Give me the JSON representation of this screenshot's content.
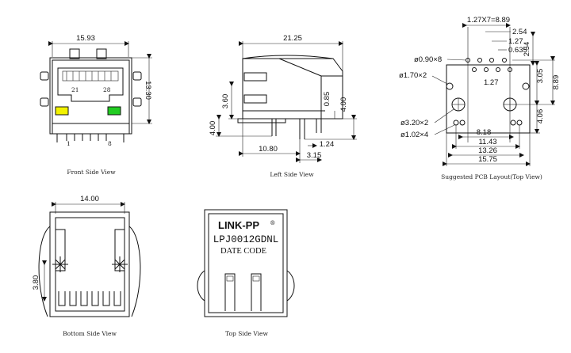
{
  "front_view": {
    "caption": "Front Side View",
    "width_dim": "15.93",
    "height_dim": "13.30",
    "pin_left": "21",
    "pin_right": "28",
    "pin_bottom_left": "1",
    "pin_bottom_right": "8",
    "led_left_color": "#f2f200",
    "led_right_color": "#22cc22"
  },
  "left_view": {
    "caption": "Left Side View",
    "length_dim": "21.25",
    "dim_3_60": "3.60",
    "dim_4_00_left": "4.00",
    "dim_0_85": "0.85",
    "dim_4_00_right": "4.00",
    "dim_10_80": "10.80",
    "dim_1_24": "1.24",
    "dim_3_15": "3.15"
  },
  "pcb_view": {
    "caption": "Suggested PCB Layout(Top View)",
    "pitch_dim": "1.27X7=8.89",
    "dim_2_54_top": "2.54",
    "dim_1_27_top": "1.27",
    "dim_0_635": "0.635",
    "dim_2_54_right": "2.54",
    "hole_090": "ø0.90×8",
    "hole_170": "ø1.70×2",
    "dim_1_27_mid": "1.27",
    "dim_3_05": "3.05",
    "dim_8_89": "8.89",
    "hole_320": "ø3.20×2",
    "hole_102": "ø1.02×4",
    "dim_4_06": "4.06",
    "dim_8_18": "8.18",
    "dim_11_43": "11.43",
    "dim_13_26": "13.26",
    "dim_15_75": "15.75"
  },
  "bottom_view": {
    "caption": "Bottom Side View",
    "width_dim": "14.00",
    "height_dim": "3.80"
  },
  "top_view": {
    "caption": "Top Side View",
    "brand": "LINK-PP",
    "brand_mark": "®",
    "part_number": "LPJ0012GDNL",
    "date_code": "DATE CODE"
  }
}
